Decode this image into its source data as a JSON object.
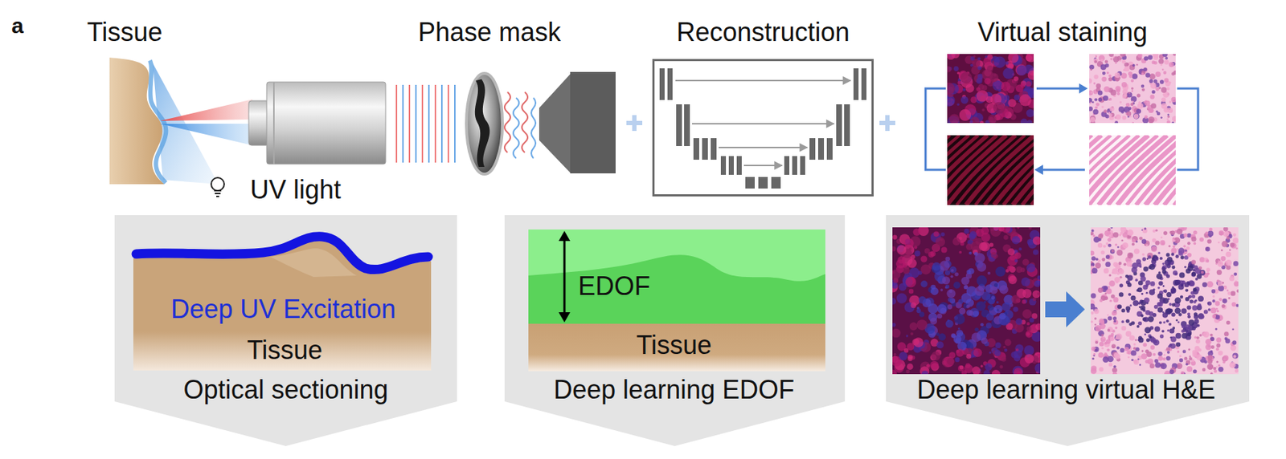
{
  "diagram": {
    "nodes": [
      {
        "text": [
          "Reconstruction"
        ]
      },
      {
        "text": [
          "Optical sectioning"
        ]
      },
      {
        "text": [
          "Deep UV Excitation",
          "Tissue"
        ],
        "in": 1
      },
      {
        "text": [
          "Deep learning EDOF"
        ]
      },
      {
        "text": [
          "EDOF"
        ],
        "in": 3
      },
      {
        "text": [
          "Tissue"
        ],
        "in": 3
      },
      {
        "text": [
          "Deep learning virtual H&E"
        ]
      }
    ],
    "labels": [
      "a",
      "Tissue",
      "Phase mask",
      "Virtual staining",
      "UV light"
    ]
  }
}
